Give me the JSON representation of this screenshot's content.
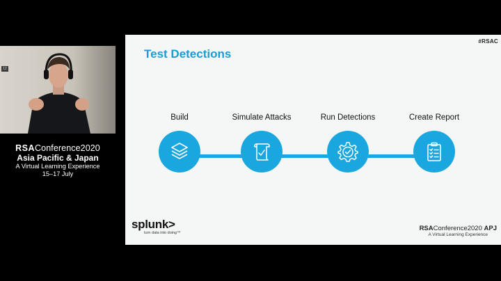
{
  "presenter": {
    "badge": "12"
  },
  "conference": {
    "brand": "RSA",
    "name": "Conference2020",
    "region": "Asia Pacific & Japan",
    "tagline": "A Virtual Learning Experience",
    "dates": "15–17 July"
  },
  "slide": {
    "hashtag": "#RSAC",
    "title": "Test Detections",
    "steps": [
      {
        "label": "Build",
        "icon": "layers-icon"
      },
      {
        "label": "Simulate Attacks",
        "icon": "scroll-check-icon"
      },
      {
        "label": "Run Detections",
        "icon": "gear-check-icon"
      },
      {
        "label": "Create Report",
        "icon": "clipboard-checklist-icon"
      }
    ],
    "accent_color": "#1aa7df",
    "title_color": "#1d9bd5",
    "splunk": {
      "logo": "splunk>",
      "tagline": "turn data into doing™"
    },
    "footer": {
      "brand": "RSA",
      "name": "Conference2020",
      "suffix": "APJ",
      "tagline": "A Virtual Learning Experience"
    }
  }
}
